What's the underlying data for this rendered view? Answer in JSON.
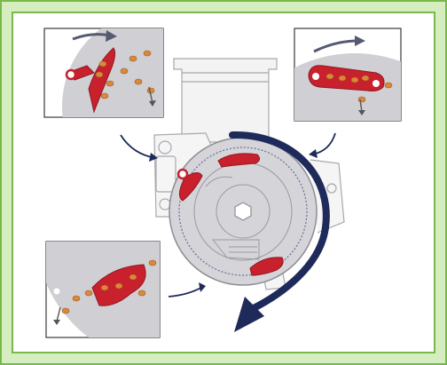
{
  "figure": {
    "description_icons": [
      "seed-meter-housing",
      "seed-disc",
      "finger-pickup",
      "seed",
      "rotation-arrow",
      "callout-arrow"
    ],
    "colors": {
      "frame_fill": "#d6edbf",
      "frame_border": "#79b84a",
      "panel_fill": "#ffffff",
      "disc_fill": "#cfcfd4",
      "finger_red": "#c8202c",
      "finger_dark": "#8e1b22",
      "arrow_navy": "#1e2a5a",
      "seed": "#d9893b",
      "housing_line": "#9a9aa0"
    },
    "insets": [
      {
        "name": "inset-top-left",
        "content": "pickup-finger-lifting-seeds"
      },
      {
        "name": "inset-top-right",
        "content": "finger-carrier-releasing-seed"
      },
      {
        "name": "inset-bottom-left",
        "content": "seed-held-on-disc"
      }
    ]
  }
}
